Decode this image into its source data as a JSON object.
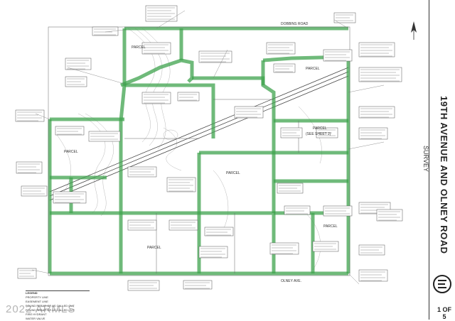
{
  "title": "19TH AVENUE AND OLNEY ROAD",
  "subtitle": "SURVEY",
  "roads": {
    "dobbins": "DOBBINS ROAD",
    "olney": "OLNEY AVE."
  },
  "parcel_label": "PARCEL",
  "see_sheet": "(SEE SHEET 2)",
  "legend": {
    "title": "LEGEND",
    "items": [
      "PROPERTY LINE",
      "EASEMENT LINE",
      "FOUND REBAR OR AS CALLED OUT",
      "FOUND REBAR OR AS CALLED OUT",
      "FIRE HYDRANT",
      "WATER VALVE"
    ]
  },
  "sheet_number": "1 OF 5",
  "watermark": "2022 ARMLS",
  "colors": {
    "parcel_line": "#3fa34d",
    "parcel_fill": "#8fd08f",
    "linework": "#555555",
    "background": "#ffffff"
  },
  "icons": {
    "north_arrow": "north-arrow-icon",
    "company_logo": "logo-icon"
  }
}
